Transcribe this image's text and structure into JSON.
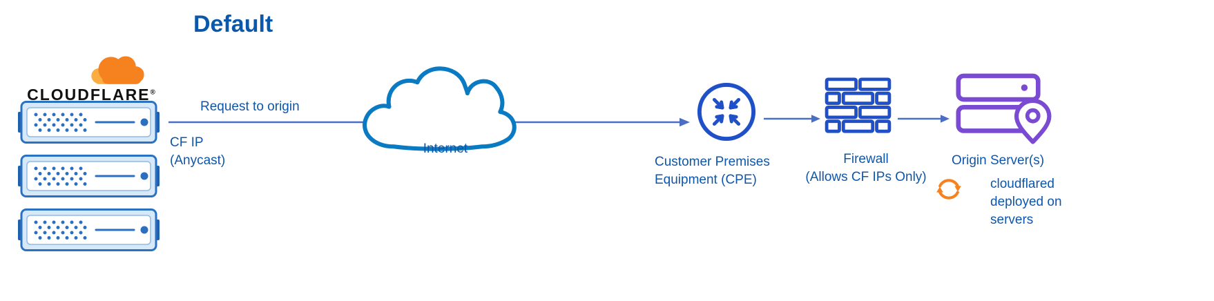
{
  "title": "Default",
  "cloudflare_logo": {
    "wordmark": "CLOUDFLARE",
    "registered_mark": "®"
  },
  "edge": {
    "request_label": "Request to origin",
    "cf_ip_label": "CF IP\n(Anycast)"
  },
  "internet": {
    "label": "Internet"
  },
  "cpe": {
    "label": "Customer Premises\nEquipment (CPE)"
  },
  "firewall": {
    "label": "Firewall\n(Allows CF IPs Only)"
  },
  "origin": {
    "label": "Origin Server(s)",
    "cloudflared_note": "cloudflared\ndeployed on\nservers"
  },
  "colors": {
    "heading_blue": "#0b58ab",
    "label_blue": "#0e56a9",
    "arrow_blue": "#4a6ec6",
    "icon_blue": "#2050c8",
    "internet_cloud_stroke": "#0a7ac2",
    "server_border_blue": "#2a71c2",
    "server_fill_blue": "#d7e9f8",
    "origin_purple": "#7a4ad2",
    "cloudflare_orange": "#f6821f",
    "cloudflare_orange_light": "#fbad41",
    "wordmark_black": "#111111"
  }
}
